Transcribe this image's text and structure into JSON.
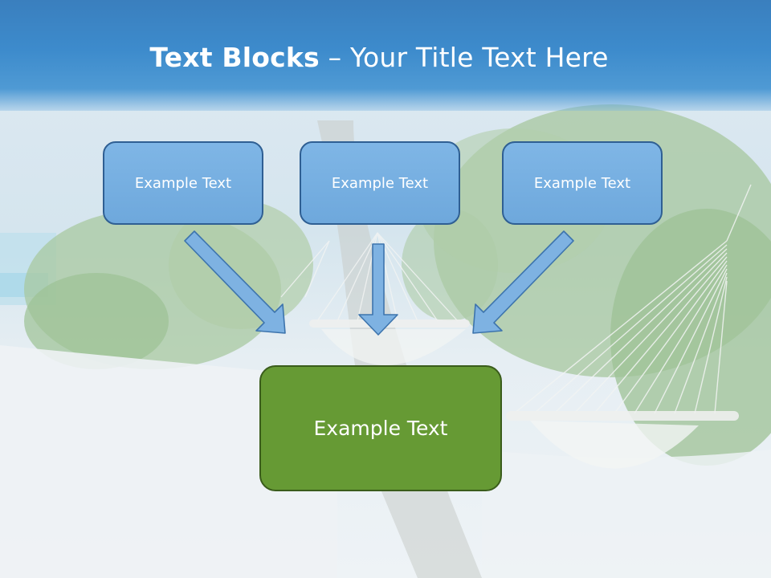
{
  "title": {
    "bold": "Text Blocks",
    "dash": " – ",
    "rest": "Your Title Text Here"
  },
  "diagram": {
    "top_blocks": [
      {
        "label": "Example Text"
      },
      {
        "label": "Example Text"
      },
      {
        "label": "Example Text"
      }
    ],
    "target_block": {
      "label": "Example Text"
    }
  },
  "colors": {
    "header": "#3d8bcc",
    "top_block_fill": "#72abde",
    "top_block_border": "#2f5f93",
    "target_fill": "#669a34",
    "target_border": "#3a5c1b",
    "arrow_fill": "#7eb2e2",
    "arrow_border": "#3d74ad"
  },
  "background": {
    "icon": "beach-hammock-photo"
  }
}
